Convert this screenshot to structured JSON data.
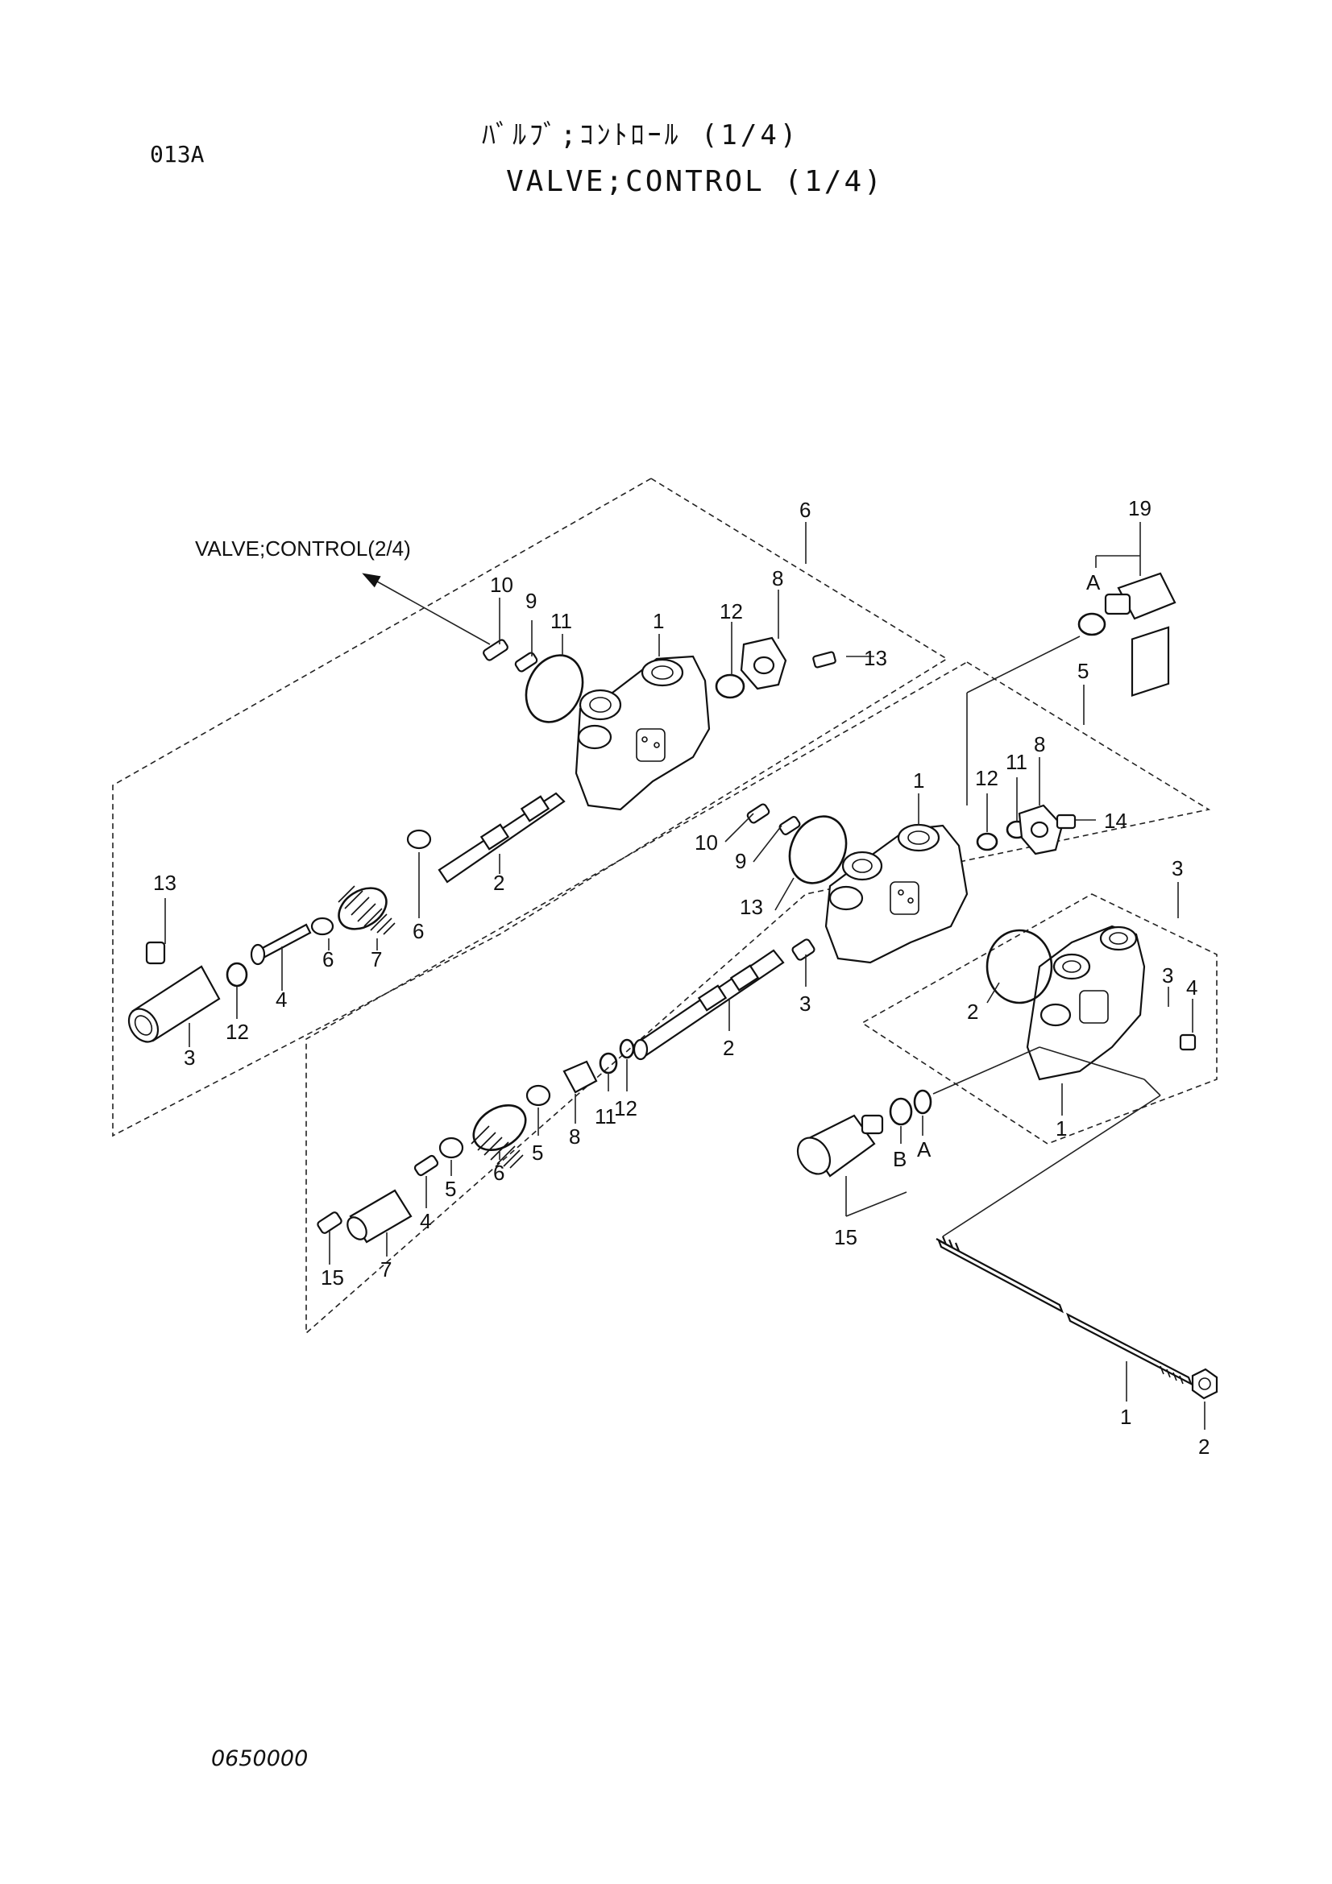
{
  "header": {
    "code": "013A",
    "title_jp": "ﾊﾞﾙﾌﾞ;ｺﾝﾄﾛｰﾙ (1/4)",
    "title_en": "VALVE;CONTROL (1/4)"
  },
  "footer": {
    "drawing_number": "0650000"
  },
  "diagram": {
    "reference_label": "VALVE;CONTROL(2/4)",
    "section_top_labels": {
      "assy": "6",
      "l1": "1",
      "l8": "8",
      "l9": "9",
      "l10": "10",
      "l11": "11",
      "l12": "12",
      "l13": "13",
      "l2": "2",
      "l6a": "6",
      "l6b": "6",
      "l7": "7",
      "l4": "4",
      "l12b": "12",
      "l3": "3",
      "l13b": "13"
    },
    "section_mid_labels": {
      "assy": "5",
      "l1": "1",
      "l8": "8",
      "l11": "11",
      "l12": "12",
      "l14": "14",
      "l10": "10",
      "l9": "9",
      "l13": "13",
      "l3": "3",
      "l2": "2",
      "l8b": "8",
      "l11b": "11",
      "l12b": "12",
      "l5a": "5",
      "l6": "6",
      "l5b": "5",
      "l4": "4",
      "l7": "7",
      "l15": "15"
    },
    "section_right_labels": {
      "assy": "3",
      "l1": "1",
      "l2": "2",
      "l3": "3",
      "l4": "4"
    },
    "misc_labels": {
      "l19": "19",
      "A_top": "A",
      "A_bottom": "A",
      "B_bottom": "B",
      "l15": "15",
      "bolt_1": "1",
      "nut_2": "2"
    }
  }
}
